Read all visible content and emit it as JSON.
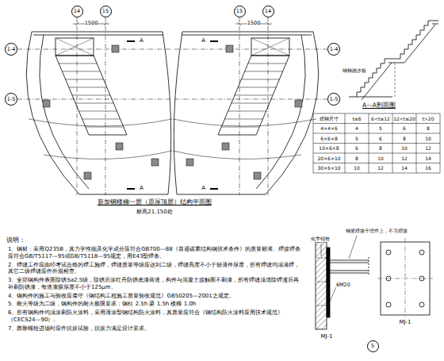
{
  "diagram": {
    "nodes": [
      {
        "text": [
          "14"
        ]
      },
      {
        "text": [
          "15"
        ]
      },
      {
        "text": [
          "15"
        ]
      },
      {
        "text": [
          "14"
        ]
      },
      {
        "text": [
          "1-4"
        ]
      },
      {
        "text": [
          "1-4"
        ]
      },
      {
        "text": [
          "1-5"
        ]
      },
      {
        "text": [
          "1-5"
        ]
      },
      {
        "text": [
          "5"
        ]
      }
    ],
    "labels": [
      "1500",
      "1500",
      "A",
      "A",
      "A",
      "A",
      "新加钢楼梯一层（原屋顶层）结构平面图",
      "标高21.150处",
      "钢梯踏步板",
      "A—A剖面图",
      "焊脚尺寸",
      "t≤6",
      "6<t≤12",
      "12<t≤20",
      "t>20",
      "4×4×6",
      "4",
      "5",
      "6",
      "8",
      "6×6×8",
      "5",
      "6",
      "8",
      "10",
      "10×6×8",
      "6",
      "8",
      "10",
      "12",
      "20×6×10",
      "8",
      "10",
      "12",
      "14",
      "30×6×10",
      "10",
      "12",
      "14",
      "16",
      "说明：",
      "1、钢材：采用Q235B，其力学性能及化学成分应符合GB700—88《普通碳素结构钢技术条件》的质量标准。焊接焊条应符合GB/T5117—95或GB/T5118—95规定，用E43型焊条。",
      "2、焊缝工作应由经考试合格的焊工施焊，焊缝质量等级应达到二级，焊缝高度不小于较薄件厚度，所有焊缝均须满焊，其它二级焊缝应作外观检查。",
      "3、全部钢构件表面除锈Sa2.5级，除锈后涂红丹防锈底漆两道，构件与混凝土接触面不刷漆，所有焊缝须清除焊渣后再补刷防锈漆，每道漆膜厚度不小于125μm。",
      "4、钢构件的施工与验收应遵守《钢结构工程施工质量验收规范》GB50205—2001之规定。",
      "5、耐火等级为二级，钢构件的耐火极限要求：钢柱 2.5h 梁 1.5h 楼梯 1.0h",
      "6、所有钢构件均须涂刷防火涂料，采用薄涂型钢结构防火涂料，其质量应符合《钢结构防火涂料应用技术规范》（CECS24—90）。",
      "7、膨胀螺栓进场时应作抗拔试验，抗拔力满足设计要求。",
      "钢梁焊接于埋件上，不另焊接",
      "化学锚栓",
      "6M20",
      "MJ-1",
      "MJ-1"
    ]
  }
}
